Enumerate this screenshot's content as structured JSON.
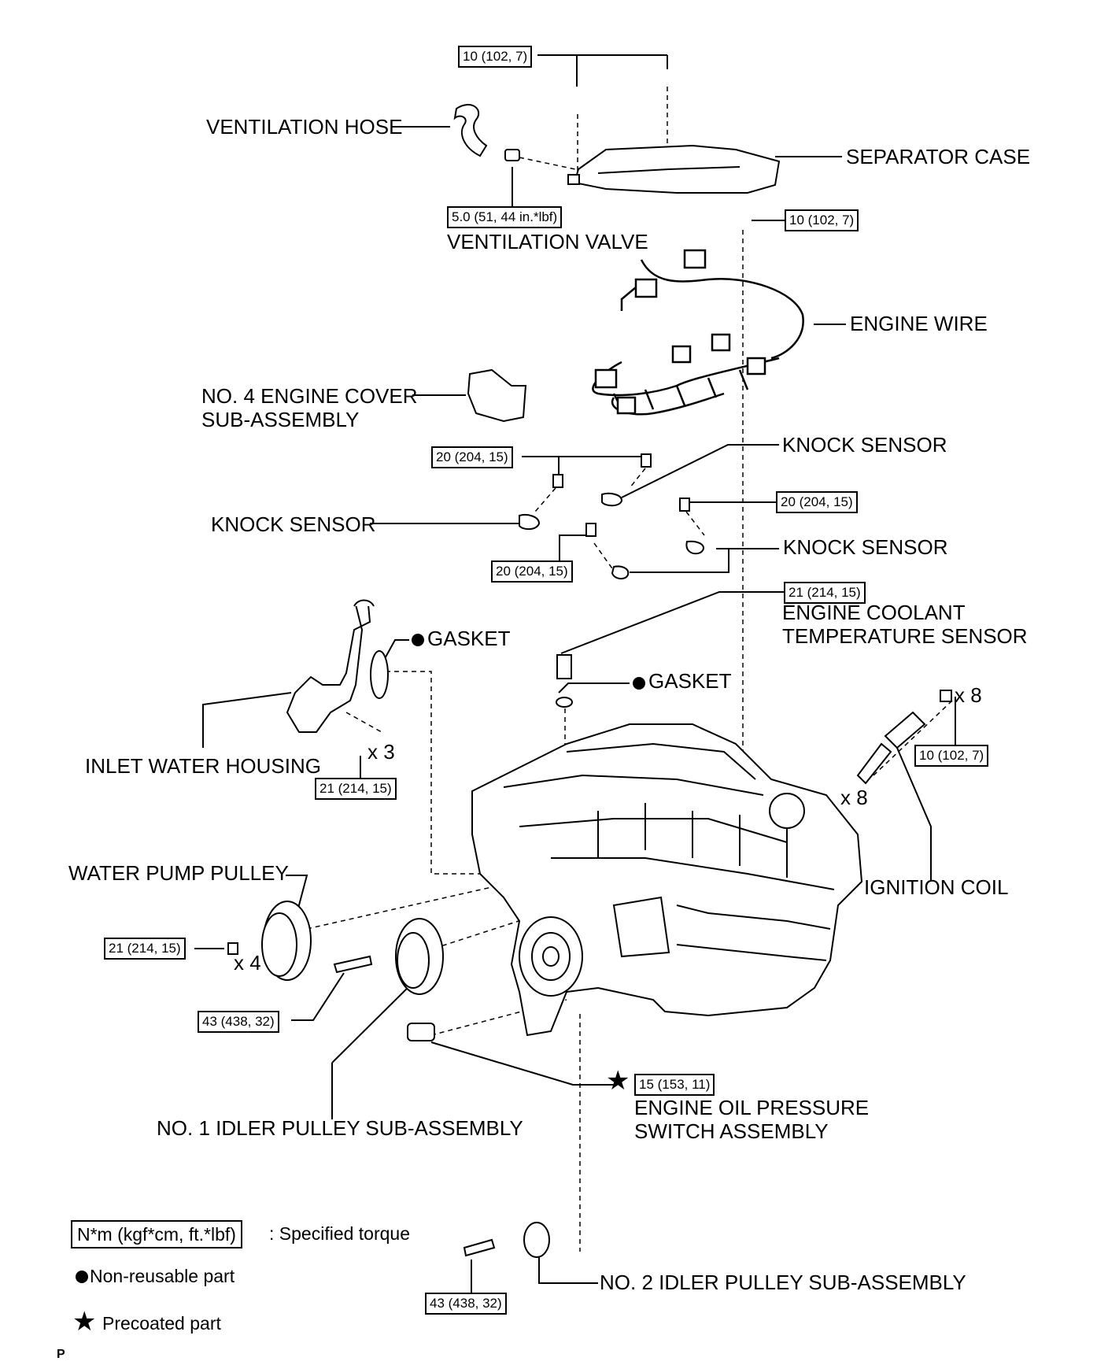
{
  "labels": {
    "ventilation_hose": "VENTILATION HOSE",
    "separator_case": "SEPARATOR CASE",
    "ventilation_valve": "VENTILATION VALVE",
    "engine_wire": "ENGINE WIRE",
    "engine_cover_line1": "NO. 4 ENGINE COVER",
    "engine_cover_line2": "SUB-ASSEMBLY",
    "knock_sensor": "KNOCK SENSOR",
    "gasket": "GASKET",
    "ect_line1": "ENGINE COOLANT",
    "ect_line2": "TEMPERATURE SENSOR",
    "inlet_water_housing": "INLET WATER HOUSING",
    "ignition_coil": "IGNITION COIL",
    "water_pump_pulley": "WATER PUMP PULLEY",
    "idler1": "NO. 1 IDLER PULLEY SUB-ASSEMBLY",
    "oil_switch_line1": "ENGINE OIL PRESSURE",
    "oil_switch_line2": "SWITCH ASSEMBLY",
    "idler2": "NO. 2 IDLER PULLEY SUB-ASSEMBLY"
  },
  "quantities": {
    "x8": "x 8",
    "x3": "x 3",
    "x4": "x 4"
  },
  "torques": {
    "separator_case": "10 (102, 7)",
    "ventilation_valve": "5.0 (51, 44 in.*lbf)",
    "engine_wire": "10 (102, 7)",
    "knock_a": "20 (204, 15)",
    "knock_b": "20 (204, 15)",
    "knock_c": "20 (204, 15)",
    "ect": "21 (214, 15)",
    "ignition_coil": "10 (102, 7)",
    "inlet_water_housing": "21 (214, 15)",
    "water_pump_pulley": "21 (214, 15)",
    "idler1": "43 (438, 32)",
    "oil_switch": "15 (153, 11)",
    "idler2": "43 (438, 32)"
  },
  "legend": {
    "torque_unit": "N*m (kgf*cm, ft.*lbf)",
    "torque_desc": ": Specified torque",
    "non_reusable": "Non-reusable part",
    "precoated": "Precoated part"
  },
  "figure_code": "P"
}
